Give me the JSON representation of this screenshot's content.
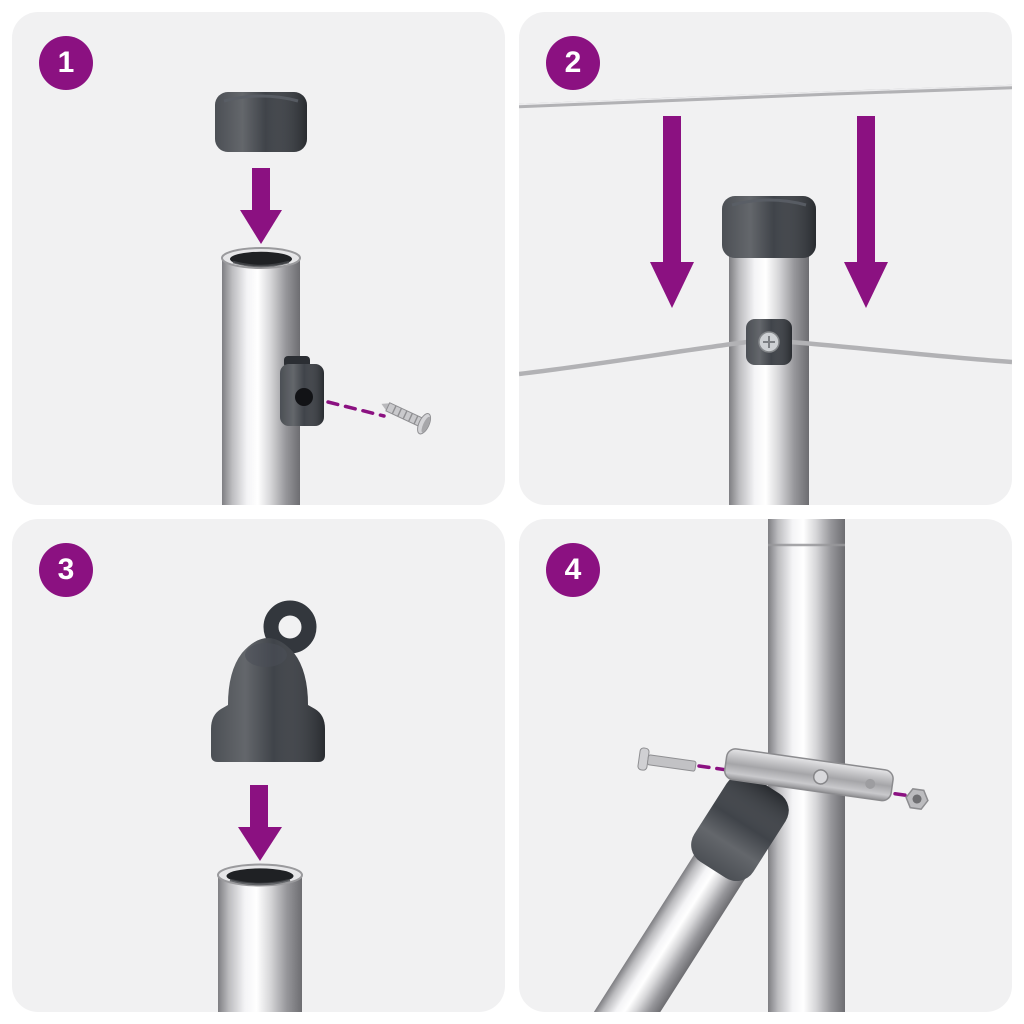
{
  "figure": {
    "type": "assembly-instruction-sheet",
    "colors": {
      "accent": "#8B1181",
      "panel-bg": "#F1F1F2",
      "cap": "#383C42",
      "badge-text": "#FFFFFF"
    },
    "steps": [
      {
        "number": "1",
        "name": "fit-cap-onto-post",
        "parts": [
          "post-cap",
          "down-arrow",
          "metal-post",
          "mounting-bracket",
          "screw"
        ]
      },
      {
        "number": "2",
        "name": "lower-tension-wire-to-post",
        "parts": [
          "tension-wire",
          "down-arrow-left",
          "down-arrow-right",
          "capped-post",
          "wire-clamp"
        ]
      },
      {
        "number": "3",
        "name": "fit-eyelet-cap-onto-post",
        "parts": [
          "eyelet-cap",
          "down-arrow",
          "metal-post"
        ]
      },
      {
        "number": "4",
        "name": "bolt-brace-to-post-clamp",
        "parts": [
          "vertical-post",
          "brace-post",
          "brace-connector",
          "post-clamp",
          "bolt",
          "hex-nut"
        ]
      }
    ]
  }
}
